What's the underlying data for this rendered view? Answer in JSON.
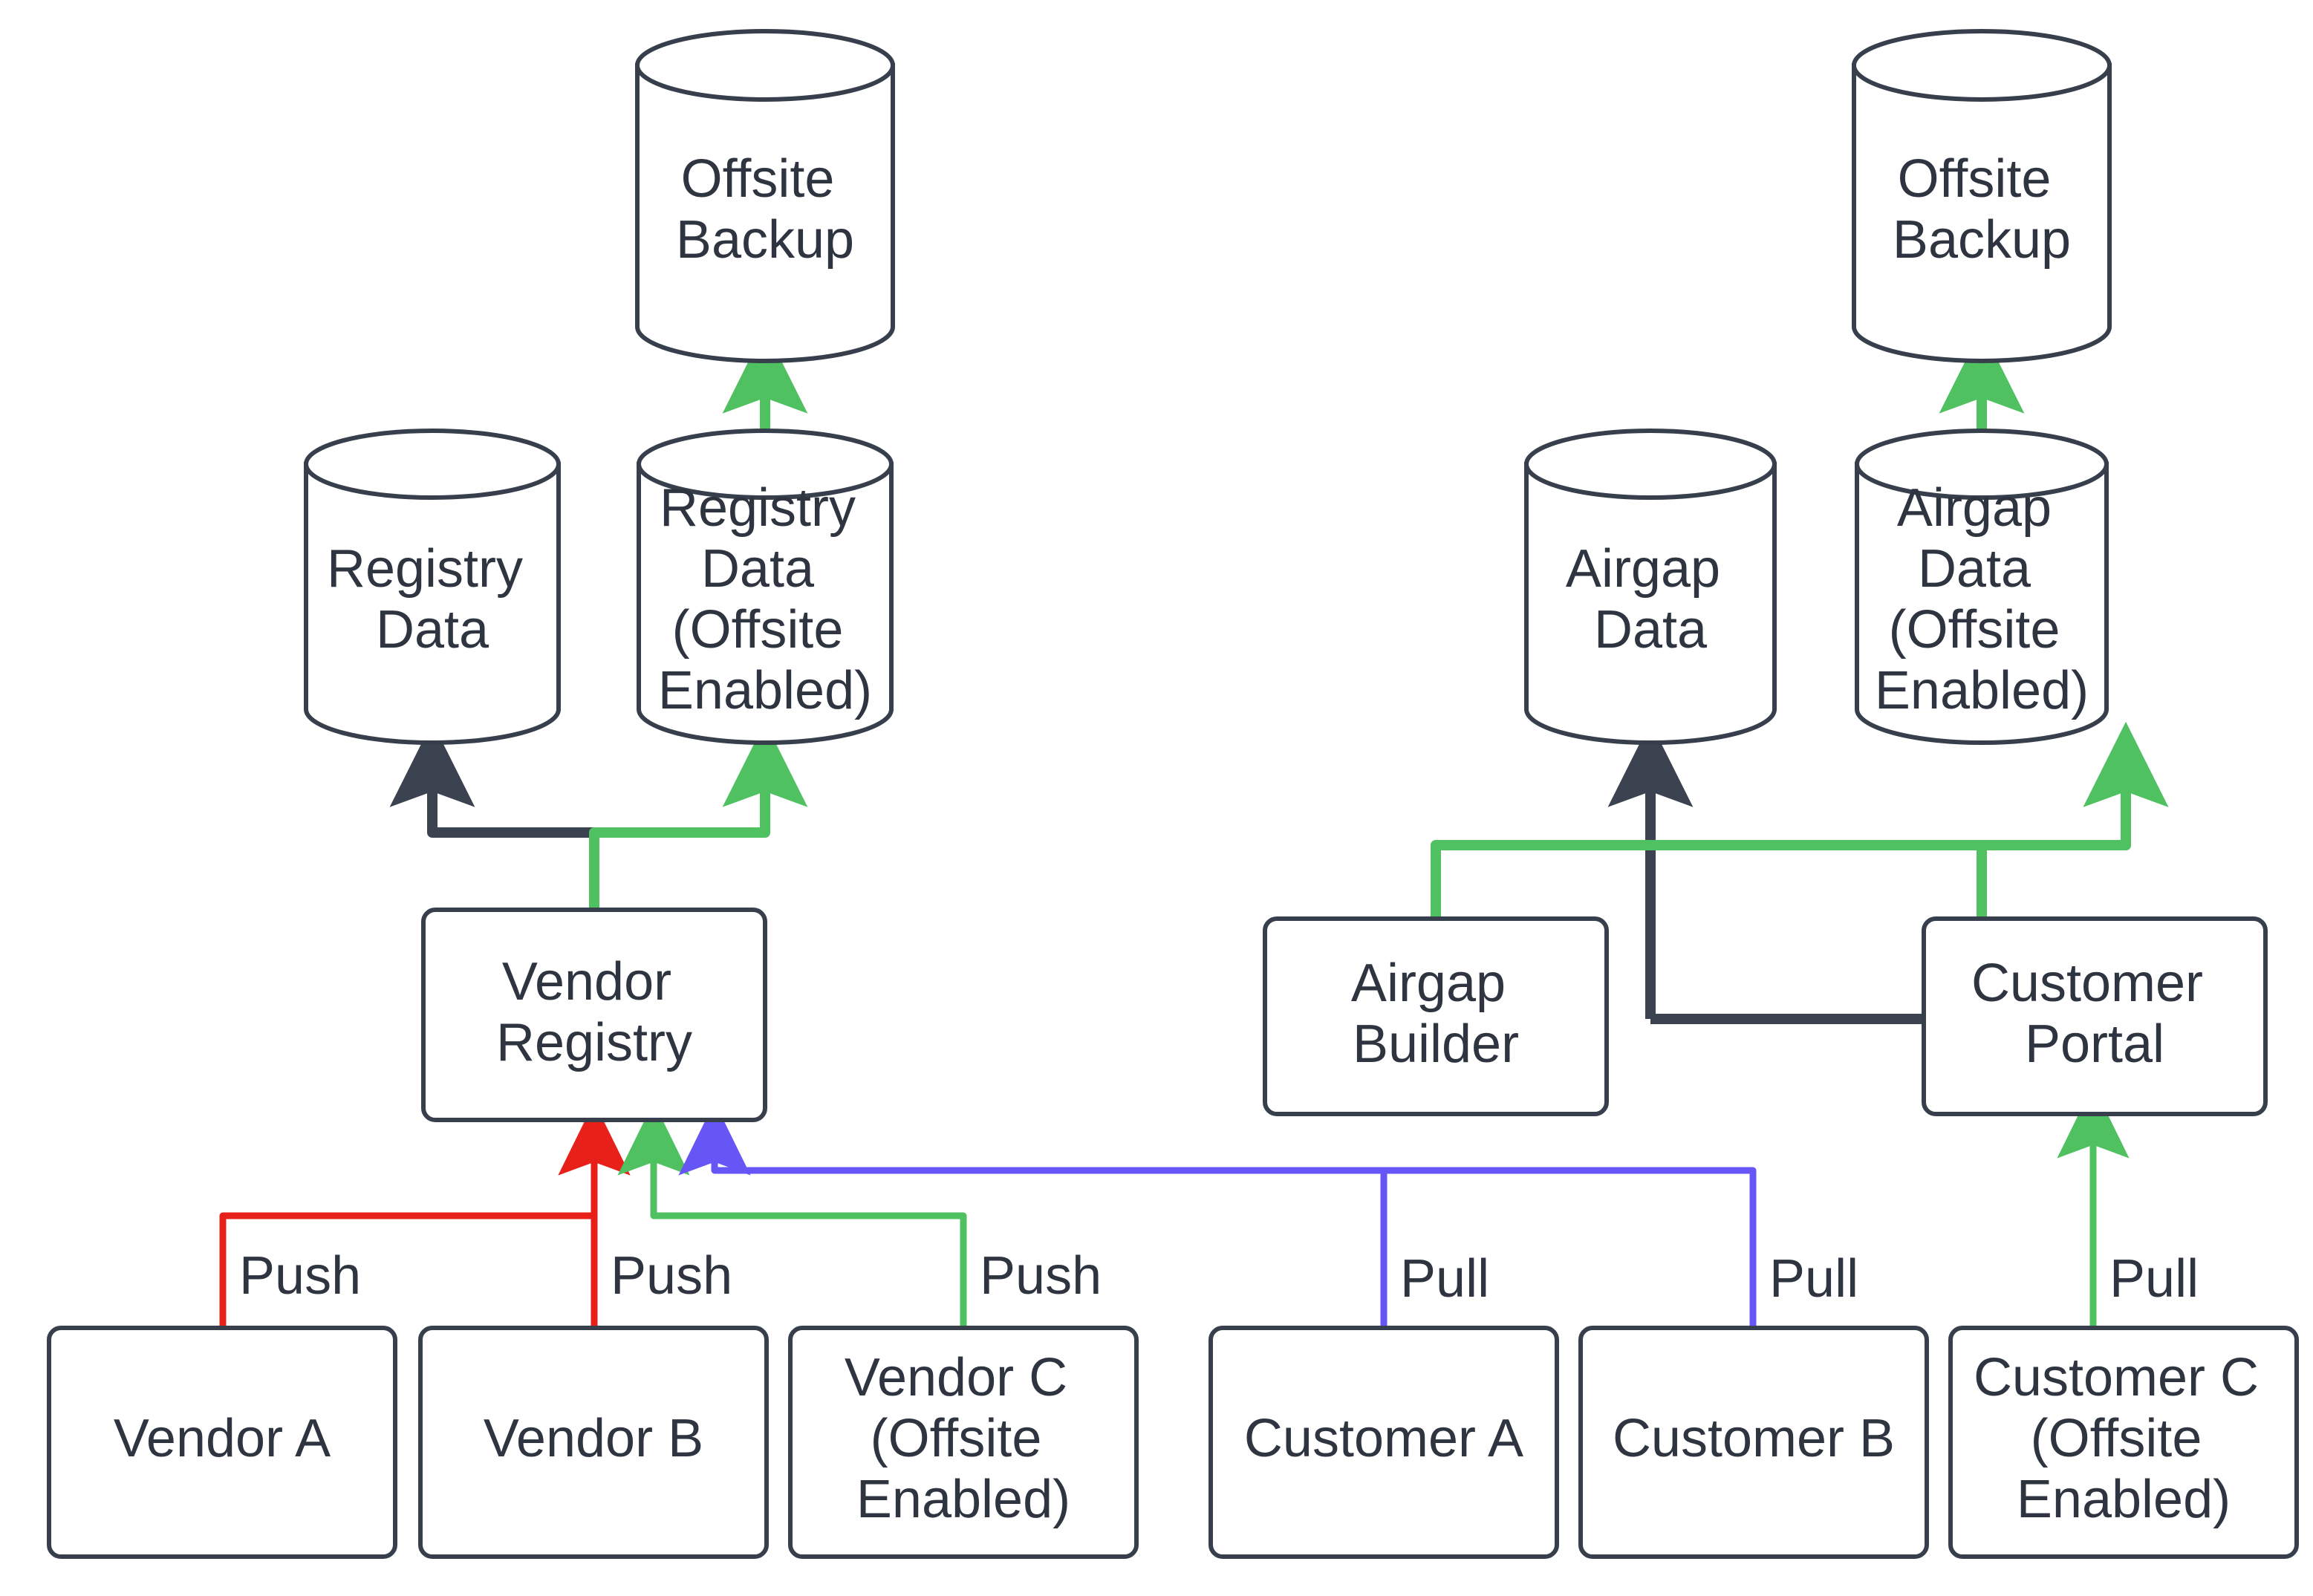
{
  "diagram": {
    "type": "flowchart",
    "background": "#ffffff",
    "colors": {
      "node_stroke": "#363F4B",
      "node_fill": "#ffffff",
      "text": "#2F3540",
      "edge_default": "#3C4350",
      "edge_red": "#E8201A",
      "edge_green": "#4FC161",
      "edge_purple": "#6656F6"
    },
    "nodes": [
      {
        "id": "offsite_backup_left",
        "shape": "cylinder",
        "label": "Offsite\nBackup",
        "lines": [
          "Offsite",
          "Backup"
        ]
      },
      {
        "id": "registry_data",
        "shape": "cylinder",
        "label": "Registry\nData",
        "lines": [
          "Registry",
          "Data"
        ]
      },
      {
        "id": "registry_data_offsite",
        "shape": "cylinder",
        "label": "Registry\nData\n(Offsite\nEnabled)",
        "lines": [
          "Registry",
          "Data",
          "(Offsite",
          "Enabled)"
        ]
      },
      {
        "id": "offsite_backup_right",
        "shape": "cylinder",
        "label": "Offsite\nBackup",
        "lines": [
          "Offsite",
          "Backup"
        ]
      },
      {
        "id": "airgap_data",
        "shape": "cylinder",
        "label": "Airgap\nData",
        "lines": [
          "Airgap",
          "Data"
        ]
      },
      {
        "id": "airgap_data_offsite",
        "shape": "cylinder",
        "label": "Airgap\nData\n(Offsite\nEnabled)",
        "lines": [
          "Airgap",
          "Data",
          "(Offsite",
          "Enabled)"
        ]
      },
      {
        "id": "vendor_registry",
        "shape": "box",
        "label": "Vendor\nRegistry",
        "lines": [
          "Vendor",
          "Registry"
        ]
      },
      {
        "id": "airgap_builder",
        "shape": "box",
        "label": "Airgap\nBuilder",
        "lines": [
          "Airgap",
          "Builder"
        ]
      },
      {
        "id": "customer_portal",
        "shape": "box",
        "label": "Customer\nPortal",
        "lines": [
          "Customer",
          "Portal"
        ]
      },
      {
        "id": "vendor_a",
        "shape": "box",
        "label": "Vendor A",
        "lines": [
          "Vendor A"
        ]
      },
      {
        "id": "vendor_b",
        "shape": "box",
        "label": "Vendor B",
        "lines": [
          "Vendor B"
        ]
      },
      {
        "id": "vendor_c",
        "shape": "box",
        "label": "Vendor C\n(Offsite\nEnabled)",
        "lines": [
          "Vendor C",
          "(Offsite",
          "Enabled)"
        ]
      },
      {
        "id": "customer_a",
        "shape": "box",
        "label": "Customer A",
        "lines": [
          "Customer A"
        ]
      },
      {
        "id": "customer_b",
        "shape": "box",
        "label": "Customer B",
        "lines": [
          "Customer B"
        ]
      },
      {
        "id": "customer_c",
        "shape": "box",
        "label": "Customer C\n(Offsite\nEnabled)",
        "lines": [
          "Customer C",
          "(Offsite",
          "Enabled)"
        ]
      }
    ],
    "edges": [
      {
        "id": "e1",
        "from": "vendor_registry",
        "to": "registry_data",
        "label": "",
        "color": "#3C4350"
      },
      {
        "id": "e2",
        "from": "vendor_registry",
        "to": "registry_data_offsite",
        "label": "",
        "color": "#4FC161"
      },
      {
        "id": "e3",
        "from": "registry_data_offsite",
        "to": "offsite_backup_left",
        "label": "",
        "color": "#4FC161"
      },
      {
        "id": "e4",
        "from": "vendor_a",
        "to": "vendor_registry",
        "label": "Push",
        "color": "#E8201A"
      },
      {
        "id": "e5",
        "from": "vendor_b",
        "to": "vendor_registry",
        "label": "Push",
        "color": "#E8201A"
      },
      {
        "id": "e6",
        "from": "vendor_c",
        "to": "vendor_registry",
        "label": "Push",
        "color": "#4FC161"
      },
      {
        "id": "e7",
        "from": "customer_a",
        "to": "vendor_registry",
        "label": "Pull",
        "color": "#6656F6"
      },
      {
        "id": "e8",
        "from": "customer_b",
        "to": "vendor_registry",
        "label": "Pull",
        "color": "#6656F6"
      },
      {
        "id": "e9",
        "from": "customer_c",
        "to": "customer_portal",
        "label": "Pull",
        "color": "#4FC161"
      },
      {
        "id": "e10",
        "from": "airgap_builder",
        "to": "airgap_data",
        "label": "",
        "color": "#3C4350"
      },
      {
        "id": "e11",
        "from": "airgap_builder",
        "to": "airgap_data_offsite",
        "label": "",
        "color": "#4FC161"
      },
      {
        "id": "e12",
        "from": "customer_portal",
        "to": "airgap_data_offsite",
        "label": "",
        "color": "#4FC161"
      },
      {
        "id": "e13",
        "from": "customer_portal",
        "to": "airgap_builder",
        "label": "",
        "color": "#3C4350"
      },
      {
        "id": "e14",
        "from": "airgap_data_offsite",
        "to": "offsite_backup_right",
        "label": "",
        "color": "#4FC161"
      }
    ],
    "edge_labels": [
      {
        "id": "lbl_push_a",
        "text": "Push"
      },
      {
        "id": "lbl_push_b",
        "text": "Push"
      },
      {
        "id": "lbl_push_c",
        "text": "Push"
      },
      {
        "id": "lbl_pull_a",
        "text": "Pull"
      },
      {
        "id": "lbl_pull_b",
        "text": "Pull"
      },
      {
        "id": "lbl_pull_c",
        "text": "Pull"
      }
    ]
  }
}
